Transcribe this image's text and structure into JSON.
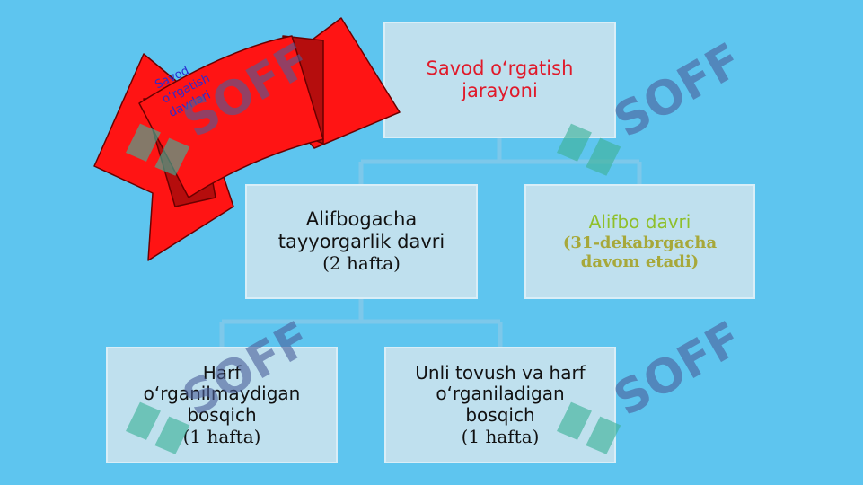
{
  "colors": {
    "background": "#5ec5ef",
    "box_fill": "#bfe0ee",
    "root_text": "#e01a2a",
    "right_title": "#8fbf2a",
    "right_subtitle": "#a7a83a",
    "banner": "#ff1414",
    "banner_text": "#2a2ccf",
    "watermark_text": "#4a5e9a",
    "watermark_logo": "#3fb39a"
  },
  "diagram": {
    "root": {
      "lines": [
        "Savod o‘rgatish",
        "jarayoni"
      ]
    },
    "left": {
      "lines": [
        "Alifbogacha",
        "tayyorgarlik davri"
      ],
      "sub": "(2 hafta)"
    },
    "right": {
      "title": "Alifbo davri",
      "sub_lines": [
        "(31-dekabrgacha",
        "davom etadi)"
      ]
    },
    "bottom_left": {
      "lines": [
        "Harf",
        "o‘rganilmaydigan",
        "bosqich"
      ],
      "sub": "(1 hafta)"
    },
    "bottom_right": {
      "lines": [
        "Unli tovush va harf",
        "o‘rganiladigan",
        "bosqich"
      ],
      "sub": "(1 hafta)"
    }
  },
  "banner": {
    "lines": [
      "Savod",
      "o‘rgatish",
      "davrlari"
    ]
  },
  "watermark": {
    "text": "SOFF"
  }
}
